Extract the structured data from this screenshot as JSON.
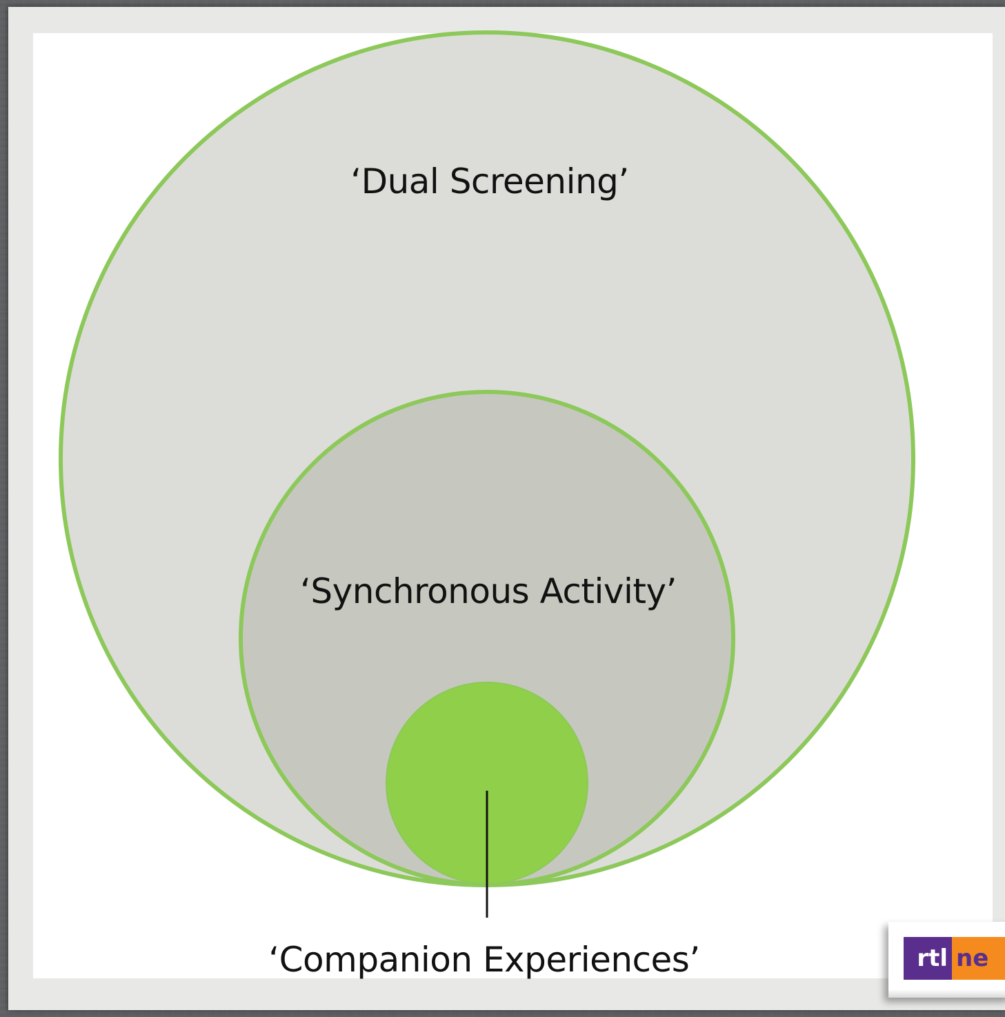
{
  "diagram": {
    "outer_label": "‘Dual Screening’",
    "middle_label": "‘Synchronous Activity’",
    "inner_label": "‘Companion Experiences’",
    "colors": {
      "outer_fill": "#dcddd8",
      "middle_fill": "#c6c8bf",
      "inner_fill": "#8fcf4a",
      "stroke": "#8dc85a",
      "leader_line": "#111111"
    }
  },
  "logo": {
    "left_text": "rtl",
    "right_text": "ne"
  }
}
